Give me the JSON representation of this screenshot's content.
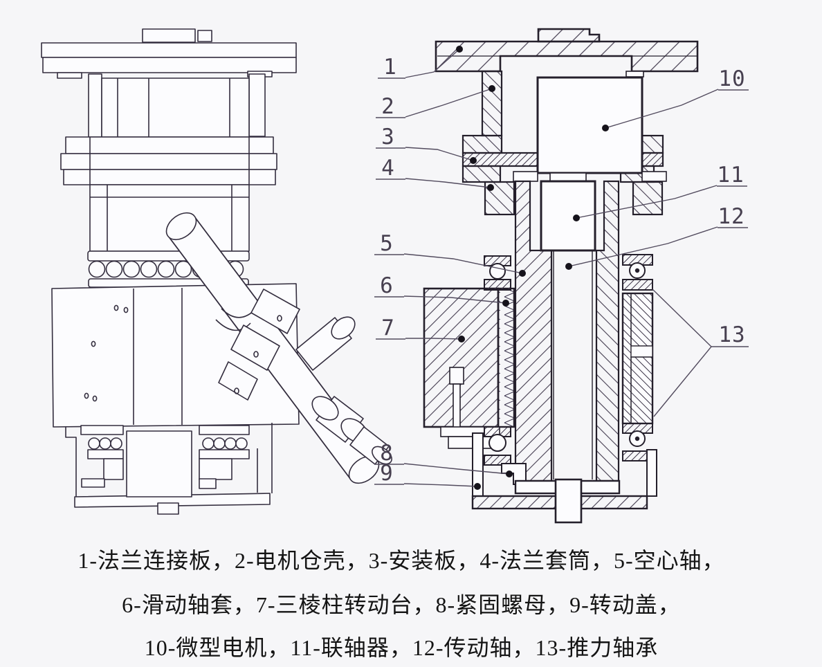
{
  "figure": {
    "caption": {
      "line1": "1-法兰连接板，2-电机仓壳，3-安装板，4-法兰套筒，5-空心轴，",
      "line2": "6-滑动轴套，7-三棱柱转动台，8-紧固螺母，9-转动盖，",
      "line3": "10-微型电机，11-联轴器，12-传动轴，13-推力轴承"
    },
    "parts": [
      {
        "num": "1",
        "name": "法兰连接板"
      },
      {
        "num": "2",
        "name": "电机仓壳"
      },
      {
        "num": "3",
        "name": "安装板"
      },
      {
        "num": "4",
        "name": "法兰套筒"
      },
      {
        "num": "5",
        "name": "空心轴"
      },
      {
        "num": "6",
        "name": "滑动轴套"
      },
      {
        "num": "7",
        "name": "三棱柱转动台"
      },
      {
        "num": "8",
        "name": "紧固螺母"
      },
      {
        "num": "9",
        "name": "转动盖"
      },
      {
        "num": "10",
        "name": "微型电机"
      },
      {
        "num": "11",
        "name": "联轴器"
      },
      {
        "num": "12",
        "name": "传动轴"
      },
      {
        "num": "13",
        "name": "推力轴承"
      }
    ],
    "colors": {
      "line": "#2c2734",
      "background": "#f4f4f6",
      "paper": "#fcfcfe",
      "dot": "#16131b"
    }
  }
}
